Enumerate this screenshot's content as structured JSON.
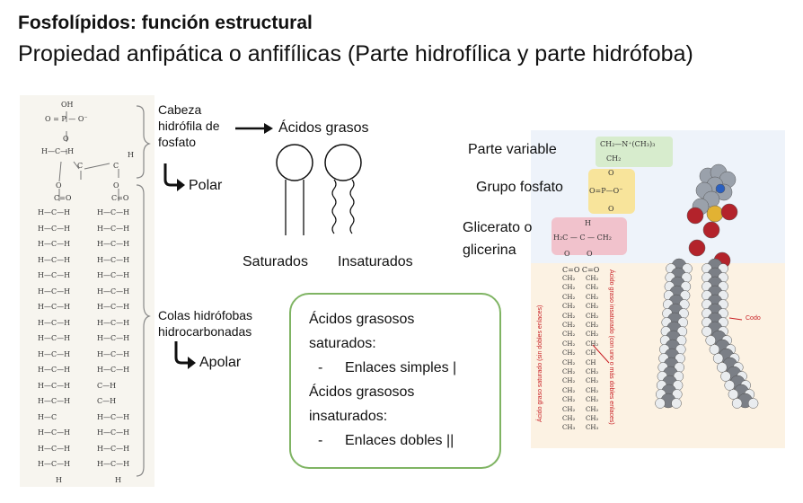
{
  "header": {
    "title": "Fosfolípidos: función estructural",
    "subtitle": "Propiedad anfipática o anfifílicas (Parte hidrofílica y parte hidrófoba)"
  },
  "left_diagram": {
    "head_label": [
      "Cabeza",
      "hidrófila de",
      "fosfato"
    ],
    "polar": "Polar",
    "tails_label": [
      "Colas hidrófobas",
      "hidrocarbonadas"
    ],
    "apolar": "Apolar",
    "chem": {
      "oh": "OH",
      "phosphate": "O = P — O⁻",
      "o": "O",
      "glycerol_left": "H—C—H",
      "glycerol_c": "C",
      "glycerol_h": "H",
      "carbonyl": "C=O",
      "ch": "H—C—H",
      "ch_short": "C—H",
      "hc": "H—C",
      "h": "H"
    }
  },
  "middle_diagram": {
    "fatty_acids": "Ácidos grasos",
    "saturated": "Saturados",
    "unsaturated": "Insaturados"
  },
  "legend": {
    "sat_title": [
      "Ácidos grasosos",
      "saturados:"
    ],
    "sat_item": "Enlaces simples |",
    "unsat_title": [
      "Ácidos grasosos",
      "insaturados:"
    ],
    "unsat_item": "Enlaces dobles ||",
    "dash": "-"
  },
  "right_diagram": {
    "variable_part": "Parte variable",
    "phosphate_group": "Grupo fosfato",
    "glycerate": [
      "Glicerato o",
      "glicerina"
    ],
    "head_formula": "CH₂—N⁺(CH₃)₃",
    "ch2": "CH₂",
    "phosphate": "O=P—O⁻",
    "o": "O",
    "h": "H",
    "glycerol": "H₂C — C — CH₂",
    "ester": "C=O  C=O",
    "ch": "CH",
    "ch3": "CH₃",
    "saturated_chain_label": "Ácido graso saturado (sin dobles enlaces)",
    "unsaturated_chain_label": "Ácido graso insaturado  (con uno o más dobles enlaces)",
    "kink": "Codo"
  },
  "colors": {
    "legend_border": "#7fb463",
    "variable_box": "#d7eccd",
    "phosphate_box": "#f8e49b",
    "glycerol_box": "#f1c2cc",
    "hydrophilic_band": "#eef3fa",
    "hydrophobic_band": "#fcf2e3",
    "annotation_red": "#c81d22"
  }
}
